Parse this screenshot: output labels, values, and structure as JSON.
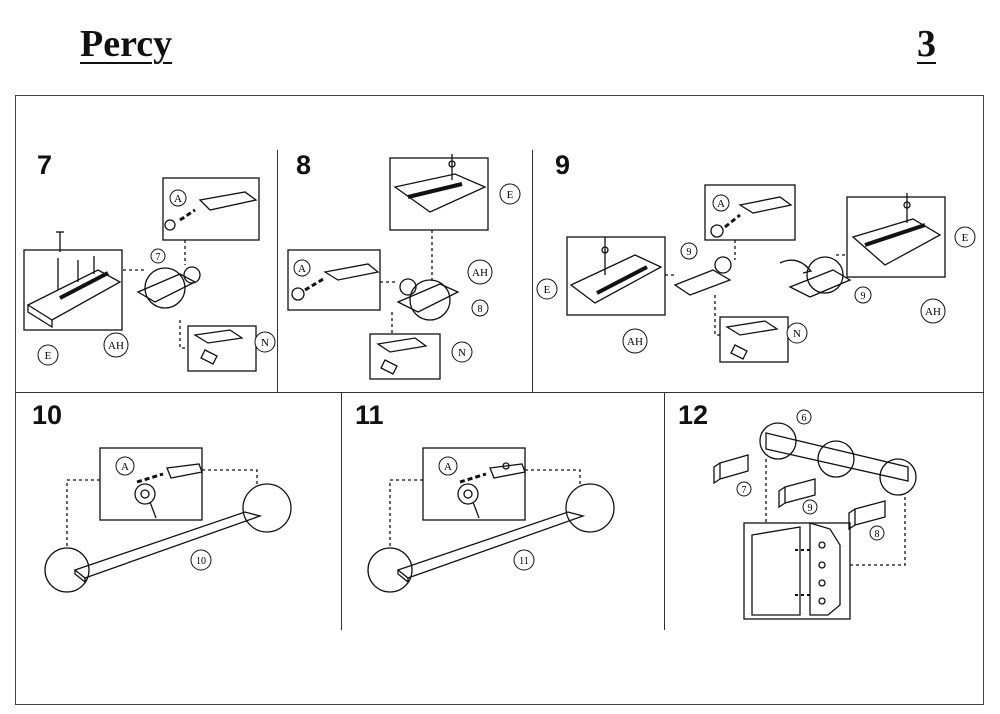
{
  "header": {
    "title": "Percy",
    "page_number": "3"
  },
  "steps": [
    {
      "number": "7",
      "labels": {
        "screw": "A",
        "bar": "E",
        "panel": "AH",
        "part": "7",
        "tool": "N"
      }
    },
    {
      "number": "8",
      "labels": {
        "screw": "A",
        "bar": "E",
        "panel": "AH",
        "part": "8",
        "tool": "N"
      }
    },
    {
      "number": "9",
      "labels": {
        "screw": "A",
        "bar_left": "E",
        "bar_right": "E",
        "panel_left": "AH",
        "panel_right": "AH",
        "part_left": "9",
        "part_right": "9",
        "tool": "N"
      }
    },
    {
      "number": "10",
      "labels": {
        "screw": "A",
        "part": "10"
      }
    },
    {
      "number": "11",
      "labels": {
        "screw": "A",
        "part": "11"
      }
    },
    {
      "number": "12",
      "labels": {
        "rail": "6",
        "b1": "7",
        "b2": "9",
        "b3": "8"
      }
    }
  ]
}
